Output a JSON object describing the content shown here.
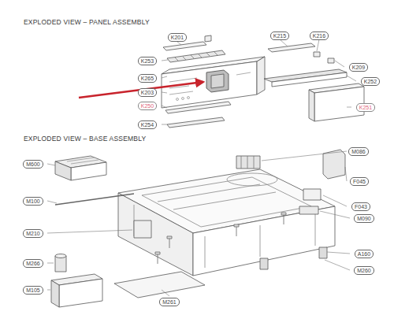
{
  "diagram": {
    "labels": [
      "EXPLODED VIEW – PANEL ASSEMBLY",
      "K201",
      "K215",
      "K216",
      "K253",
      "K209",
      "K265",
      "K252",
      "K203",
      "K250",
      "K251",
      "K254",
      "EXPLODED VIEW – BASE ASSEMBLY",
      "M600",
      "M086",
      "F045",
      "F043",
      "M100",
      "M090",
      "M210",
      "A160",
      "M266",
      "M260",
      "M105",
      "M261"
    ]
  }
}
